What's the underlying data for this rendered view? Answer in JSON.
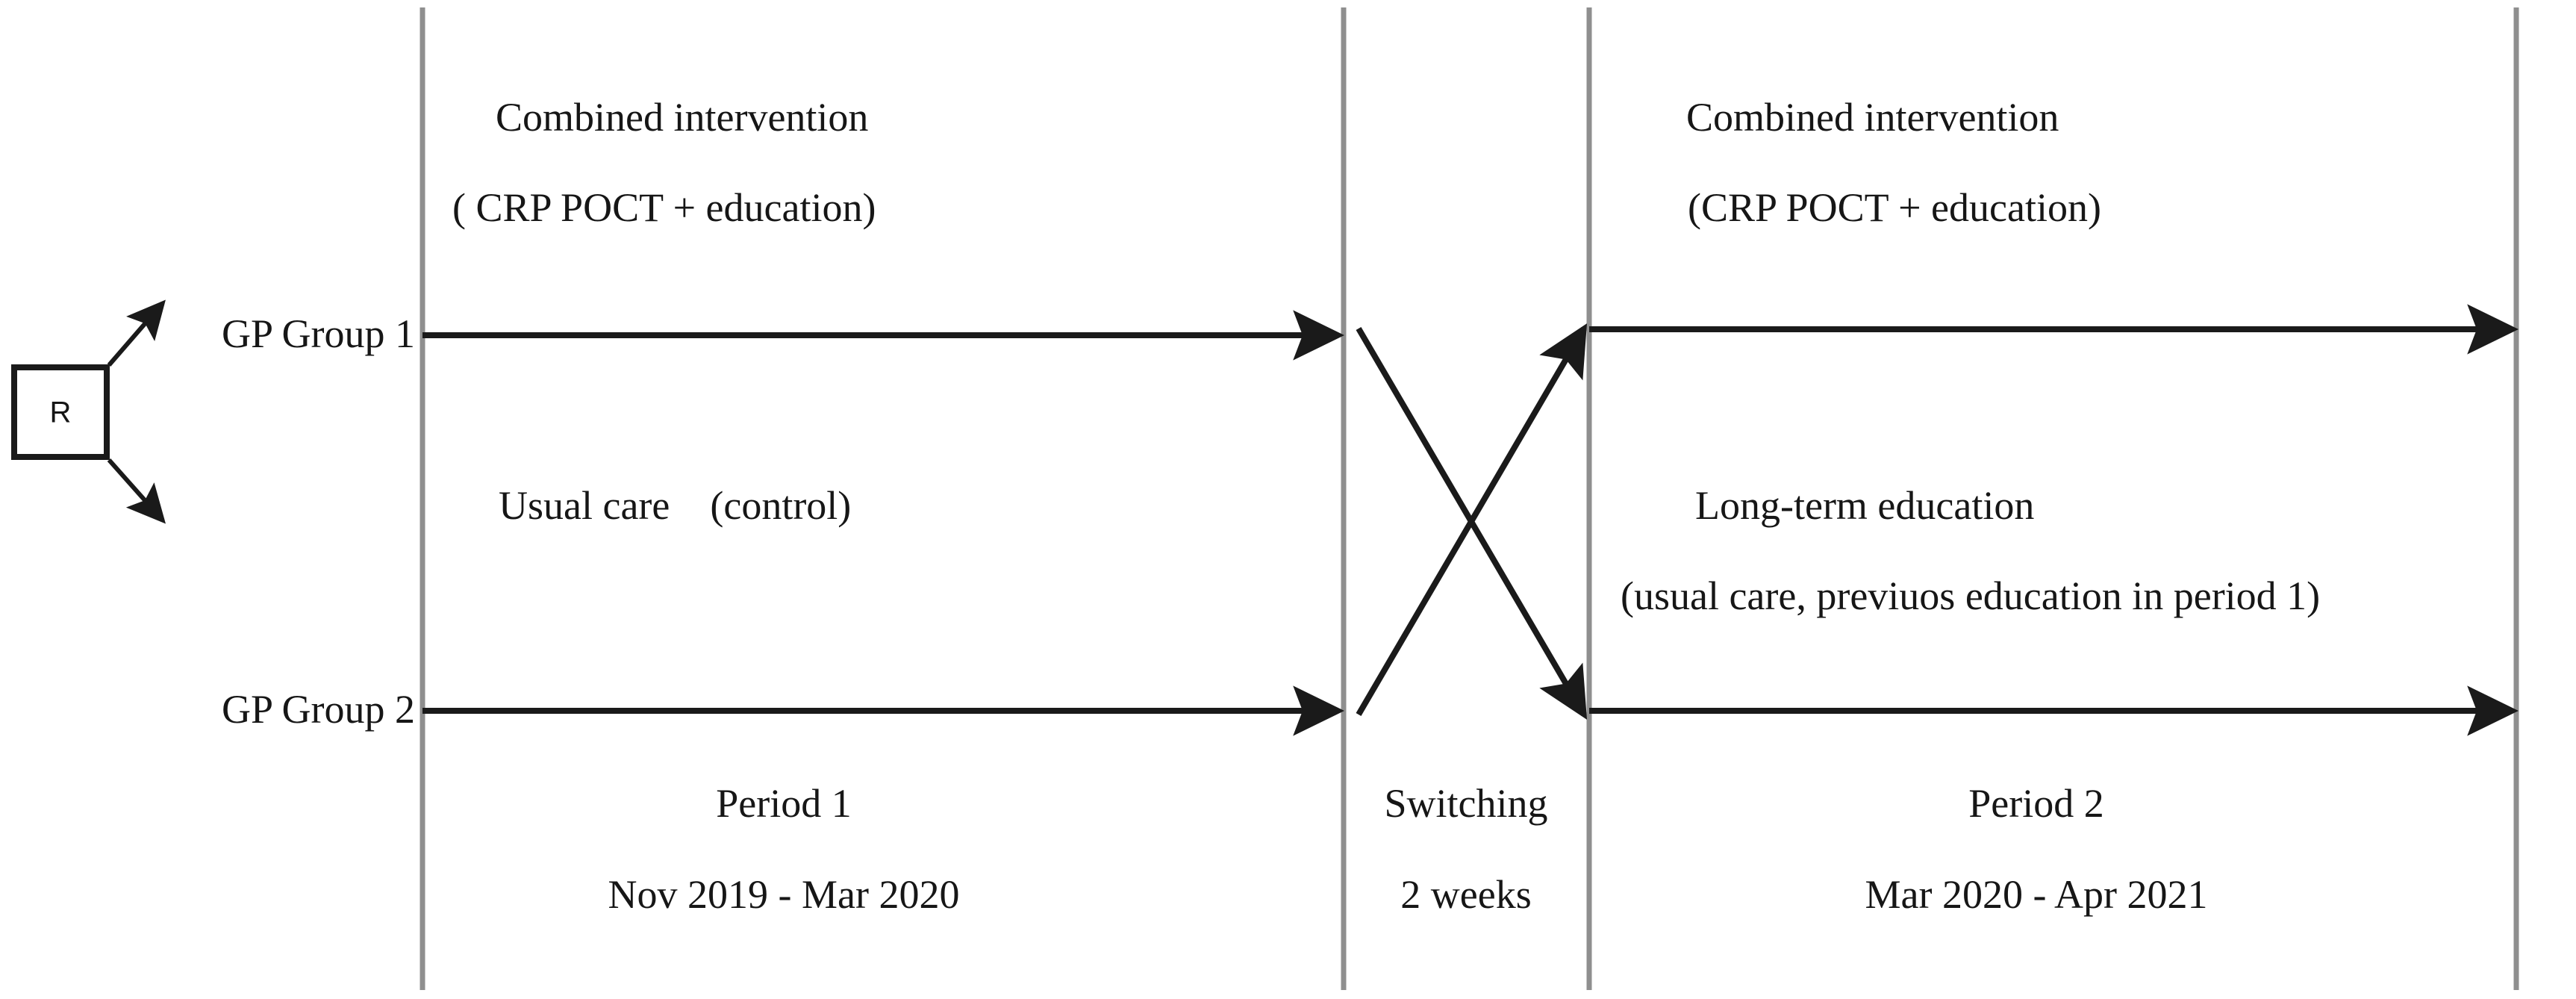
{
  "figure": {
    "type": "crossover-trial-design-diagram",
    "background_color": "#ffffff",
    "line_color": "#1a1a1a",
    "divider_color": "#8c8c8c"
  },
  "randomization": {
    "box_label": "R",
    "box_name": "randomization-box",
    "arrow_up_name": "randomization-arrow-to-group1",
    "arrow_down_name": "randomization-arrow-to-group2"
  },
  "groups": [
    {
      "label": "GP Group 1"
    },
    {
      "label": "GP Group 2"
    }
  ],
  "period1": {
    "arm1_line1": "Combined intervention",
    "arm1_line2": "( CRP POCT + education)",
    "arm2_line1": "Usual care    (control)",
    "footer_title": "Period 1",
    "footer_dates": "Nov 2019 - Mar 2020"
  },
  "switching": {
    "footer_title": "Switching",
    "footer_dates": "2 weeks"
  },
  "period2": {
    "arm1_line1": "Combined intervention",
    "arm1_line2": "(CRP POCT + education)",
    "arm2_line1": "Long-term education",
    "arm2_line2": "(usual care, previuos education in period 1)",
    "footer_title": "Period 2",
    "footer_dates": "Mar 2020 - Apr 2021"
  }
}
